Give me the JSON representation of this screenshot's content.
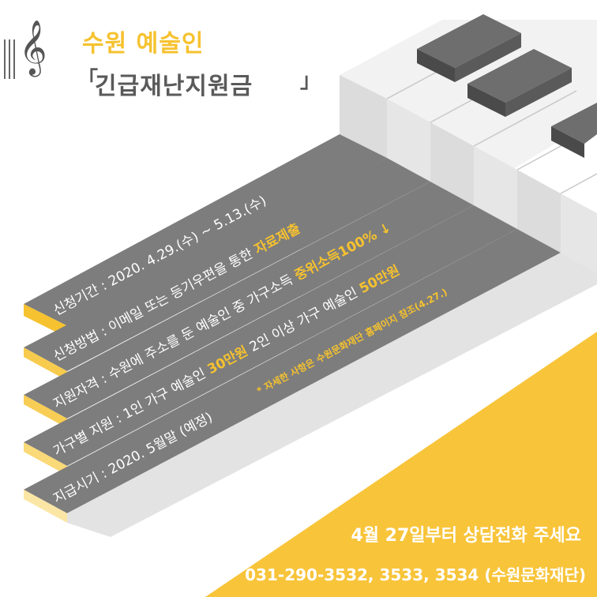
{
  "title": {
    "top": "수원 예술인",
    "main": "긴급재난지원금",
    "bracket_open": "「",
    "bracket_close": "」"
  },
  "rows": [
    {
      "label": "신청기간 : 2020. 4.29.(수) ~ 5.13.(수)",
      "highlight": ""
    },
    {
      "label": "신청방법 : 이메일 또는 등기우편을 통한 ",
      "highlight": "자료제출"
    },
    {
      "label": "지원자격 : 수원에 주소를 둔 예술인 중 가구소득 ",
      "highlight": "중위소득100% ↓"
    },
    {
      "label_a": "가구별 지원 : 1인 가구  예술인 ",
      "hl_a": "30만원",
      "label_b": "  2인 이상 가구 예술인 ",
      "hl_b": "50만원"
    },
    {
      "label": "지급시기 : 2020. 5월말 (예정)",
      "highlight": ""
    }
  ],
  "note": "* 자세한 사항은 수원문화재단 홈페이지 참조(4.27.)",
  "footer": {
    "line1": "4월 27일부터 상담전화 주세요",
    "line2": "031-290-3532, 3533, 3534 (수원문화재단)"
  },
  "colors": {
    "accent": "#f6c22f",
    "dark_gray": "#7a7a7a",
    "text_gray": "#5a5a5a"
  },
  "icons": {
    "clef": "treble-clef-icon"
  }
}
